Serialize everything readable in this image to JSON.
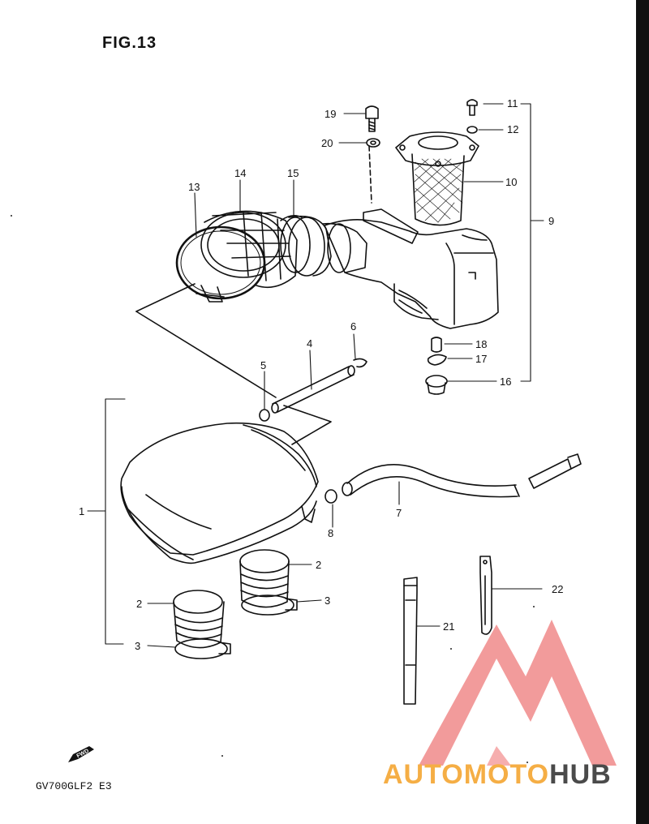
{
  "figure_title": "FIG.13",
  "model_code": "GV700GLF2 E3",
  "fwd_label": "FWD",
  "watermark": {
    "part1": "AUTOMOTO",
    "part2": "HUB",
    "color_orange": "#f5ae45",
    "color_gray": "#4a4a4a",
    "logo_color": "#f08a8a"
  },
  "part_numbers": {
    "p1": "1",
    "p2a": "2",
    "p2b": "2",
    "p3a": "3",
    "p3b": "3",
    "p4": "4",
    "p5": "5",
    "p6": "6",
    "p7": "7",
    "p8": "8",
    "p9": "9",
    "p10": "10",
    "p11": "11",
    "p12": "12",
    "p13": "13",
    "p14": "14",
    "p15": "15",
    "p16": "16",
    "p17": "17",
    "p18": "18",
    "p19": "19",
    "p20": "20",
    "p21": "21",
    "p22": "22"
  }
}
